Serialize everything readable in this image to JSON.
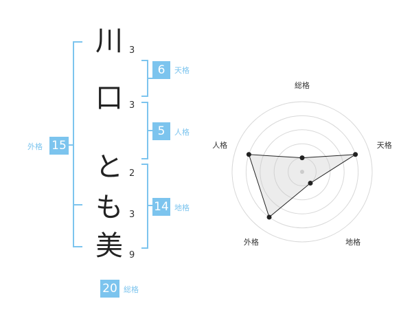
{
  "name_chars": [
    "川",
    "口",
    "と",
    "も",
    "美"
  ],
  "strokes": [
    "3",
    "3",
    "2",
    "3",
    "9"
  ],
  "fortunes": {
    "tenkaku": {
      "value": "6",
      "label": "天格"
    },
    "jinkaku": {
      "value": "5",
      "label": "人格"
    },
    "chikaku": {
      "value": "14",
      "label": "地格"
    },
    "gaikaku": {
      "value": "15",
      "label": "外格"
    },
    "soukaku": {
      "value": "20",
      "label": "総格"
    }
  },
  "colors": {
    "accent": "#7cc4ee",
    "text": "#222222"
  },
  "chart_data": {
    "type": "radar",
    "axes": [
      "総格",
      "天格",
      "地格",
      "外格",
      "人格"
    ],
    "values": [
      1,
      4,
      1,
      4,
      4
    ],
    "range": [
      0,
      5
    ],
    "rings": 5
  }
}
